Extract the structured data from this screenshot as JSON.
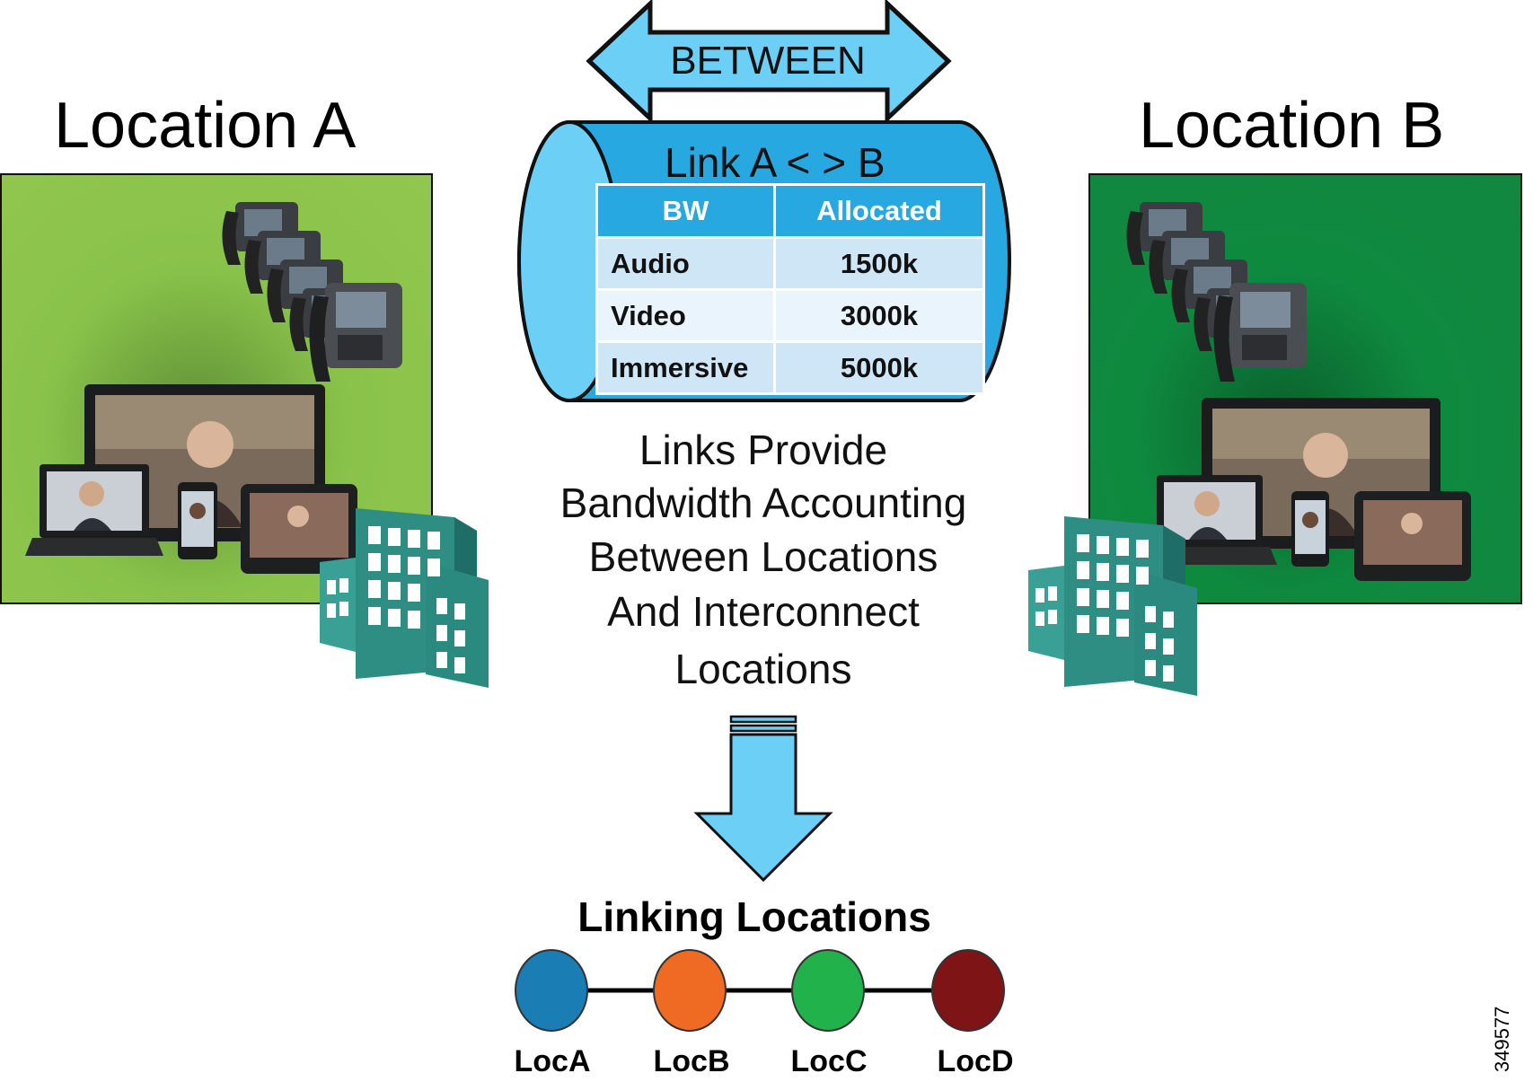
{
  "location_a": {
    "title": "Location A",
    "color": "#92c74f"
  },
  "location_b": {
    "title": "Location B",
    "color": "#12873f"
  },
  "between_label": "BETWEEN",
  "link": {
    "title": "Link A < > B",
    "headers": [
      "BW",
      "Allocated"
    ],
    "rows": [
      {
        "type": "Audio",
        "allocated": "1500k"
      },
      {
        "type": "Video",
        "allocated": "3000k"
      },
      {
        "type": "Immersive",
        "allocated": "5000k"
      }
    ]
  },
  "description_lines": [
    "Links Provide",
    "Bandwidth Accounting",
    "Between Locations",
    "And Interconnect",
    "Locations"
  ],
  "linking": {
    "title": "Linking Locations",
    "nodes": [
      {
        "label": "LocA",
        "color": "#1a7db3"
      },
      {
        "label": "LocB",
        "color": "#ef6a22"
      },
      {
        "label": "LocC",
        "color": "#22b24c"
      },
      {
        "label": "LocD",
        "color": "#7e1416"
      }
    ]
  },
  "figure_id": "349577",
  "icons": [
    "ip-phone-icon",
    "monitor-icon",
    "laptop-icon",
    "smartphone-icon",
    "tablet-icon",
    "office-building-icon",
    "double-arrow-icon",
    "down-arrow-icon",
    "cylinder-icon"
  ]
}
